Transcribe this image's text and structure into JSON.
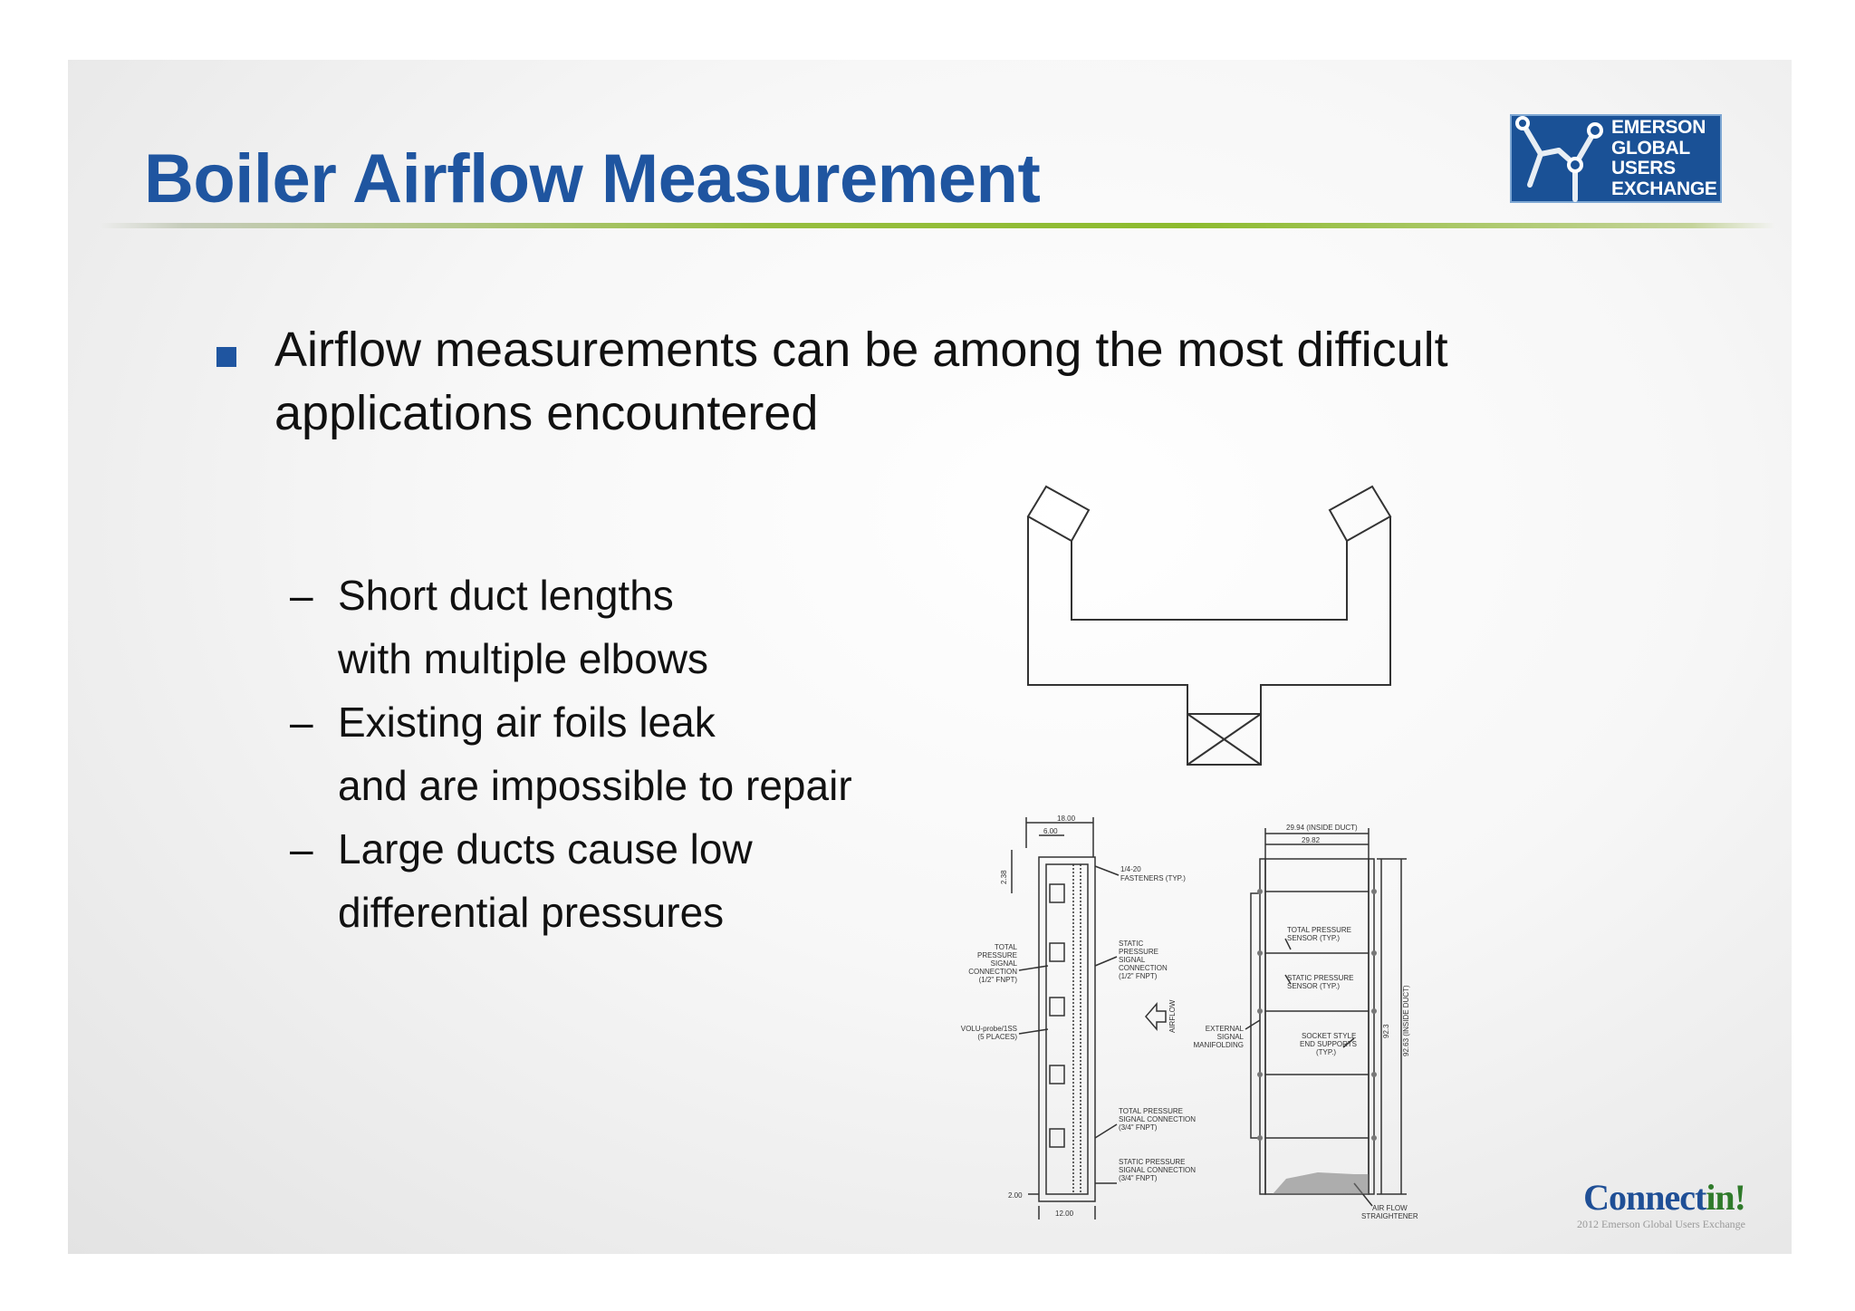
{
  "slide": {
    "title": "Boiler Airflow Measurement",
    "bullet": "Airflow measurements can be among the most difficult applications encountered",
    "subbullets": [
      {
        "dash": "–",
        "line1": "Short duct lengths",
        "line2": "with multiple elbows"
      },
      {
        "dash": "–",
        "line1": "Existing air foils leak",
        "line2": "and are impossible to repair"
      },
      {
        "dash": "–",
        "line1": "Large ducts cause low",
        "line2": "differential pressures"
      }
    ]
  },
  "logo": {
    "lines": [
      "EMERSON",
      "GLOBAL",
      "USERS",
      "EXCHANGE"
    ]
  },
  "drawing": {
    "dims": {
      "w1": "18.00",
      "w2": "6.00",
      "h1": "2.38",
      "bottom1": "2.00",
      "bottom2": "12.00",
      "inside_w": "29.94 (INSIDE DUCT)",
      "inner_w": "29.82",
      "h_outer": "92.3",
      "h_inner": "92.63 (INSIDE DUCT)"
    },
    "labels": {
      "fasteners": [
        "1/4-20",
        "FASTENERS (TYP.)"
      ],
      "total_conn": [
        "TOTAL",
        "PRESSURE",
        "SIGNAL",
        "CONNECTION",
        "(1/2\" FNPT)"
      ],
      "static_conn": [
        "STATIC",
        "PRESSURE",
        "SIGNAL",
        "CONNECTION",
        "(1/2\" FNPT)"
      ],
      "airflow": "AIRFLOW",
      "probe": [
        "VOLU-probe/1SS",
        "(5 PLACES)"
      ],
      "external": [
        "EXTERNAL",
        "SIGNAL",
        "MANIFOLDING"
      ],
      "total_sensor": [
        "TOTAL PRESSURE",
        "SENSOR (TYP.)"
      ],
      "static_sensor": [
        "STATIC PRESSURE",
        "SENSOR (TYP.)"
      ],
      "socket": [
        "SOCKET STYLE",
        "END SUPPORTS",
        "(TYP.)"
      ],
      "total_sig": [
        "TOTAL PRESSURE",
        "SIGNAL CONNECTION",
        "(3/4\" FNPT)"
      ],
      "static_sig": [
        "STATIC PRESSURE",
        "SIGNAL CONNECTION",
        "(3/4\" FNPT)"
      ],
      "straightener": [
        "AIR FLOW",
        "STRAIGHTENER"
      ]
    }
  },
  "footer": {
    "brand_part1": "Connect",
    "brand_part2": "in!",
    "tagline": "2012 Emerson Global Users Exchange"
  },
  "colors": {
    "title_blue": "#1f55a0",
    "rule_green": "#8dbb2e",
    "logo_blue": "#1a5196"
  }
}
